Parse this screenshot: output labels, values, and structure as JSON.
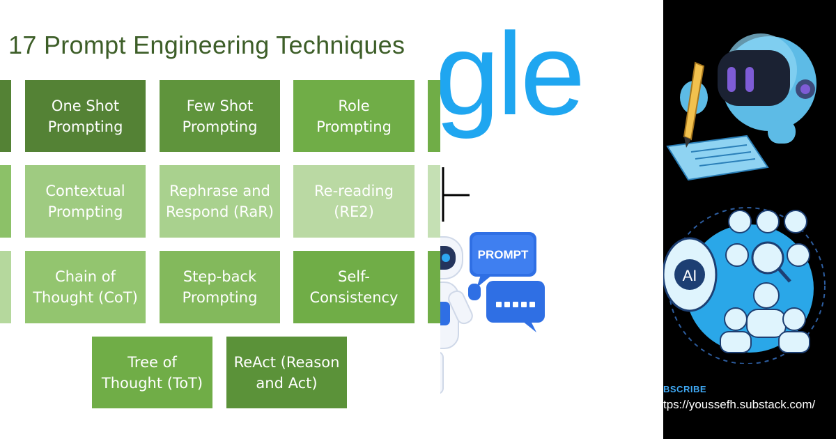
{
  "slide": {
    "title": "17 Prompt Engineering Techniques",
    "rows": [
      {
        "tiles": [
          {
            "line1": "One Shot",
            "line2": "Prompting"
          },
          {
            "line1": "Few Shot",
            "line2": "Prompting"
          },
          {
            "line1": "Role",
            "line2": "Prompting"
          }
        ]
      },
      {
        "tiles": [
          {
            "line1": "Contextual",
            "line2": "Prompting"
          },
          {
            "line1": "Rephrase and",
            "line2": "Respond (RaR)"
          },
          {
            "line1": "Re-reading",
            "line2": "(RE2)"
          }
        ]
      },
      {
        "tiles": [
          {
            "line1": "Chain of",
            "line2": "Thought (CoT)"
          },
          {
            "line1": "Step-back",
            "line2": "Prompting"
          },
          {
            "line1": "Self-",
            "line2": "Consistency"
          }
        ]
      },
      {
        "tiles": [
          {
            "line1": "Tree of",
            "line2": "Thought (ToT)"
          },
          {
            "line1": "ReAct (Reason",
            "line2": "and Act)"
          }
        ]
      }
    ]
  },
  "middle": {
    "brand_fragment": "gle",
    "prompt_bubble_text": "PROMPT"
  },
  "right_panel": {
    "ai_badge_text": "AI",
    "subscribe_label": "BSCRIBE",
    "substack_url": "tps://youssefh.substack.com/"
  },
  "colors": {
    "title": "#3d5e28",
    "tile_dark": "#548235",
    "tile_medium": "#70ad47",
    "tile_light": "#a9d18e",
    "tile_lighter": "#c5e0b4",
    "brand_blue": "#1fa6f0",
    "prompt_blue": "#2f6fe4",
    "subscribe_blue": "#3fa9f5",
    "panel_dark": "#000000",
    "robot_light_blue": "#6ec6ee"
  }
}
